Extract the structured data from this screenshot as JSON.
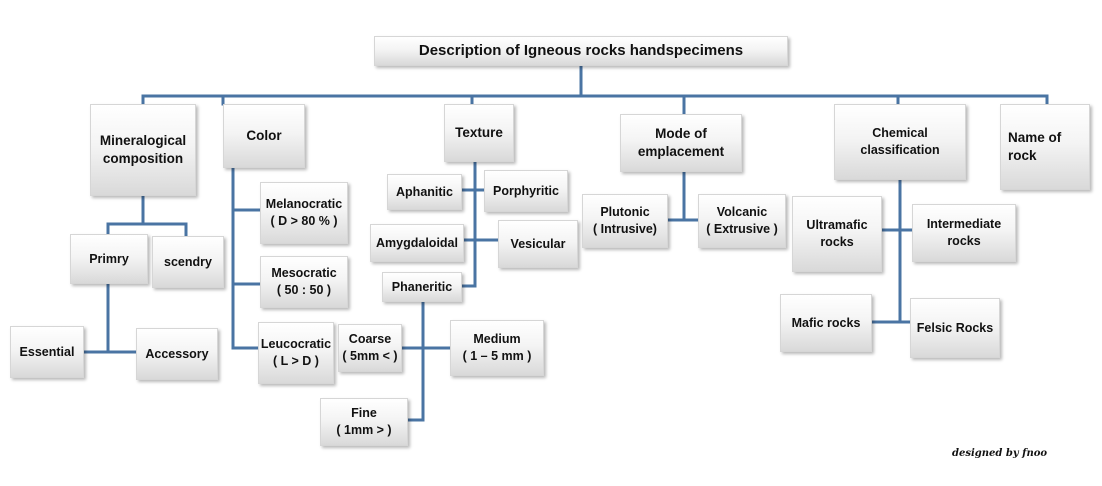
{
  "title": "Description of Igneous rocks handspecimens",
  "signature": "designed by fnoo",
  "colors": {
    "connector": "#4a74a3"
  },
  "mineral": {
    "heading_1": "Mineralogical",
    "heading_2": "composition",
    "primary": "Primry",
    "secondary": "scendry",
    "essential": "Essential",
    "accessory": "Accessory"
  },
  "color": {
    "heading": "Color",
    "melano_1": "Melanocratic",
    "melano_2": "( D > 80 % )",
    "meso_1": "Mesocratic",
    "meso_2": "( 50 : 50 )",
    "leuco_1": "Leucocratic",
    "leuco_2": "( L > D )"
  },
  "texture": {
    "heading": "Texture",
    "aphanitic": "Aphanitic",
    "porphyritic": "Porphyritic",
    "amygdaloidal": "Amygdaloidal",
    "vesicular": "Vesicular",
    "phaneritic": "Phaneritic",
    "coarse_1": "Coarse",
    "coarse_2": "( 5mm < )",
    "medium_1": "Medium",
    "medium_2": "( 1 – 5 mm )",
    "fine_1": "Fine",
    "fine_2": "(    1mm > )"
  },
  "emplacement": {
    "heading_1": "Mode of",
    "heading_2": "emplacement",
    "plutonic_1": "Plutonic",
    "plutonic_2": "( Intrusive)",
    "volcanic_1": "Volcanic",
    "volcanic_2": "( Extrusive  )"
  },
  "chemical": {
    "heading_1": "Chemical",
    "heading_2": "classification",
    "ultramafic_1": "Ultramafic",
    "ultramafic_2": "rocks",
    "intermediate_1": "Intermediate",
    "intermediate_2": "rocks",
    "mafic": "Mafic rocks",
    "felsic": "Felsic Rocks"
  },
  "name": {
    "heading_1": "Name of",
    "heading_2": "rock"
  }
}
